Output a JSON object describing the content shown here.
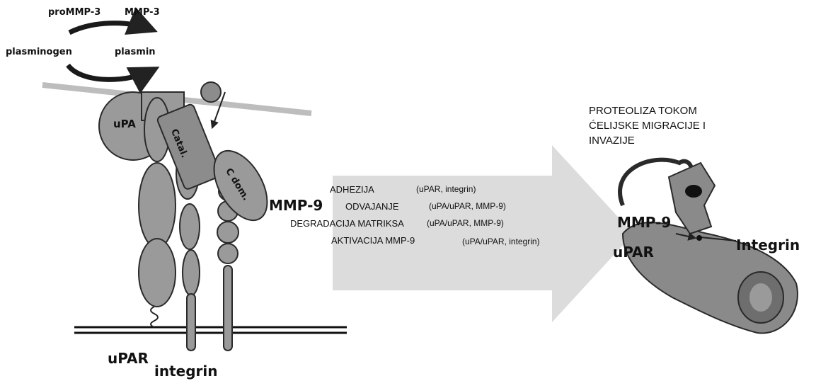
{
  "labels": {
    "promm3": "proMMP-3",
    "mmp3": "MMP-3",
    "plasminogen": "plasminogen",
    "plasmin": "plasmin",
    "upa": "uPA",
    "catal": "Catal.",
    "cdom": "C dom.",
    "mmp9_left": "MMP-9",
    "upar_left": "uPAR",
    "integrin_left": "integrin",
    "mmp9_right": "MMP-9",
    "upar_right": "uPAR",
    "integrin_right": "Integrin"
  },
  "title_lines": [
    "PROTEOLIZA TOKOM",
    "ĆELIJSKE MIGRACIJE I",
    "INVAZIJE"
  ],
  "processes": [
    {
      "name": "ADHEZIJA",
      "molecules": "(uPAR, integrin)"
    },
    {
      "name": "ODVAJANJE",
      "molecules": "(uPA/uPAR, MMP-9)"
    },
    {
      "name": "DEGRADACIJA  MATRIKSA",
      "molecules": "(uPA/uPAR, MMP-9)"
    },
    {
      "name": "AKTIVACIJA  MMP-9",
      "molecules": "(uPA/uPAR, integrin)"
    }
  ],
  "colors": {
    "protein_fill": "#9a9a9a",
    "protein_dark": "#7d7d7d",
    "outline": "#2a2a2a",
    "arrow_fill": "#dcdcdc",
    "membrane_top": "#bdbdbd"
  }
}
